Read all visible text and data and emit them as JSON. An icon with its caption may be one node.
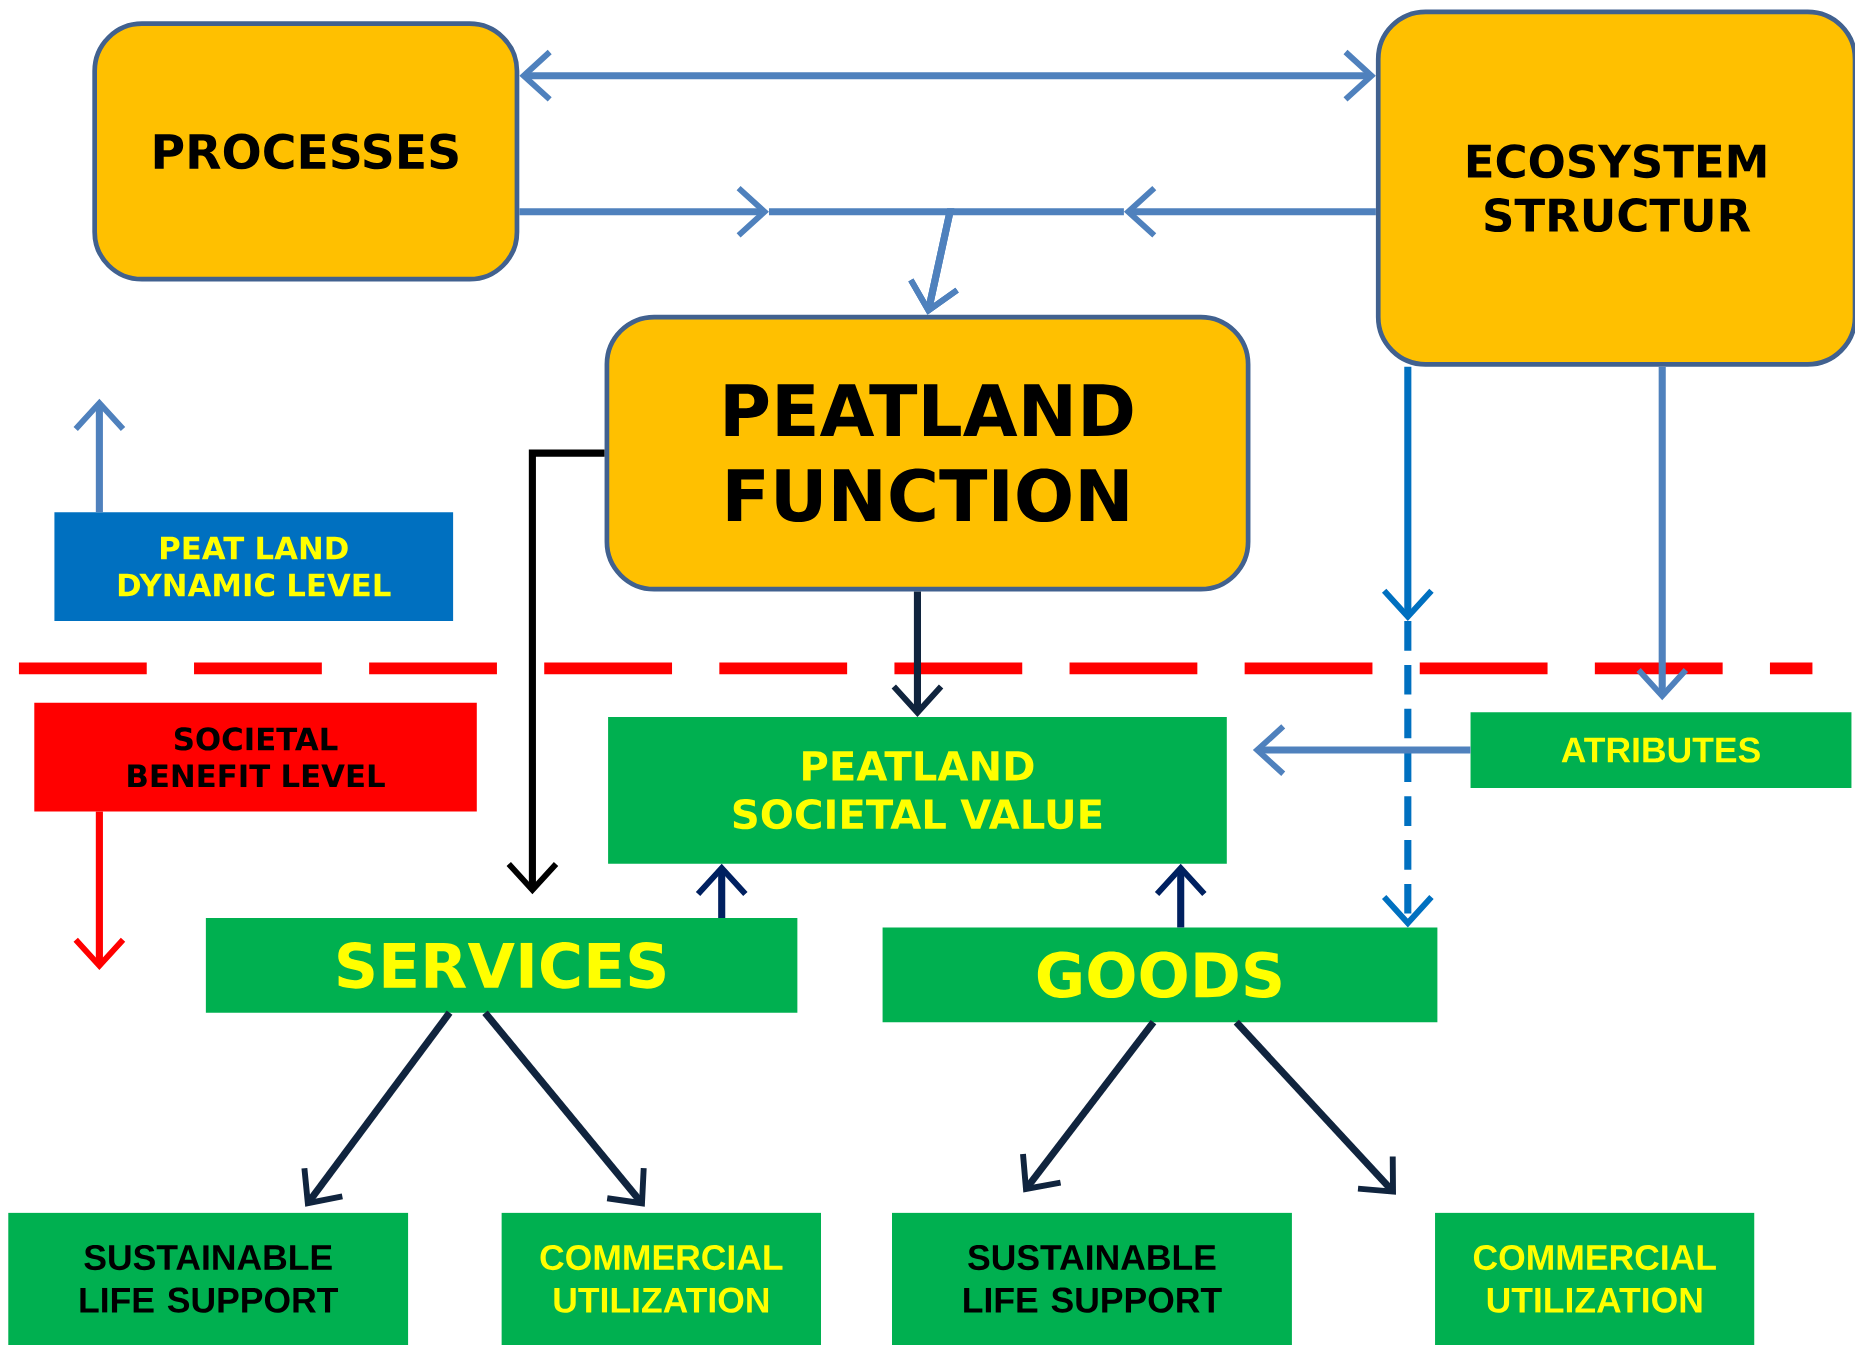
{
  "diagram": {
    "nodes": [
      {
        "text": [
          "PROCESSES"
        ]
      },
      {
        "text": [
          "ECOSYSTEM STRUCTUR"
        ]
      },
      {
        "text": [
          "PEATLAND FUNCTION"
        ]
      },
      {
        "text": [
          "PEAT LAND DYNAMIC LEVEL"
        ]
      },
      {
        "text": [
          "SOCIETAL BENEFIT LEVEL"
        ]
      },
      {
        "text": [
          "PEATLAND SOCIETAL VALUE"
        ]
      },
      {
        "text": [
          "ATRIBUTES"
        ]
      },
      {
        "text": [
          "SERVICES"
        ]
      },
      {
        "text": [
          "GOODS"
        ]
      },
      {
        "text": [
          "SUSTAINABLE LIFE SUPPORT"
        ]
      },
      {
        "text": [
          "COMMERCIAL UTILIZATION"
        ]
      },
      {
        "text": [
          "SUSTAINABLE LIFE SUPPORT"
        ]
      },
      {
        "text": [
          "COMMERCIAL UTILIZATION"
        ]
      }
    ],
    "edges": [
      {
        "from": 0,
        "to": 1,
        "arrow": "both"
      },
      {
        "from": 0,
        "to": 2,
        "arrow": "to"
      },
      {
        "from": 1,
        "to": 2,
        "arrow": "to"
      },
      {
        "from": 2,
        "to": 5,
        "arrow": "to",
        "color": "#10243e"
      },
      {
        "from": 2,
        "to": 7,
        "arrow": "to",
        "color": "#000000"
      },
      {
        "from": 1,
        "to": 8,
        "arrow": "to",
        "style": "dashed",
        "color": "#0070c0"
      },
      {
        "from": 1,
        "to": 6,
        "arrow": "to"
      },
      {
        "from": 6,
        "to": 5,
        "arrow": "to"
      },
      {
        "from": 7,
        "to": 5,
        "arrow": "to",
        "color": "#002060"
      },
      {
        "from": 8,
        "to": 5,
        "arrow": "to",
        "color": "#002060"
      },
      {
        "from": 7,
        "to": 9,
        "arrow": "to",
        "color": "#10243e"
      },
      {
        "from": 7,
        "to": 10,
        "arrow": "to",
        "color": "#10243e"
      },
      {
        "from": 8,
        "to": 11,
        "arrow": "to",
        "color": "#10243e"
      },
      {
        "from": 8,
        "to": 12,
        "arrow": "to",
        "color": "#10243e"
      },
      {
        "from": 3,
        "to": null,
        "arrow": "to"
      },
      {
        "from": 4,
        "to": null,
        "arrow": "to",
        "color": "#ff0000"
      }
    ]
  }
}
